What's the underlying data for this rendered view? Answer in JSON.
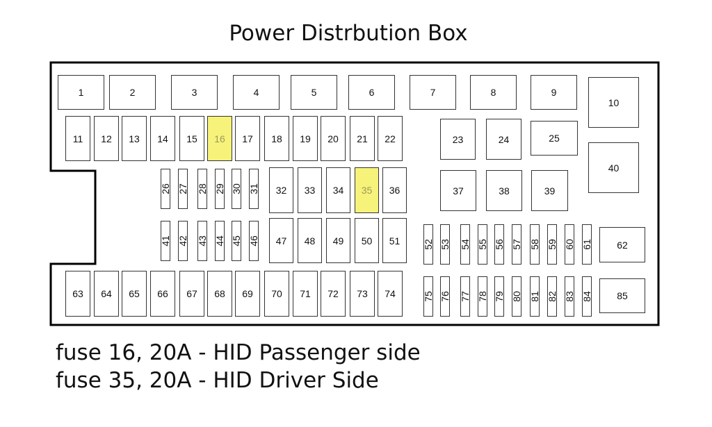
{
  "title": "Power Distrbution Box",
  "highlight_color": "#f7f27a",
  "highlighted": [
    "16",
    "35"
  ],
  "fuses": [
    "1",
    "2",
    "3",
    "4",
    "5",
    "6",
    "7",
    "8",
    "9",
    "10",
    "11",
    "12",
    "13",
    "14",
    "15",
    "16",
    "17",
    "18",
    "19",
    "20",
    "21",
    "22",
    "23",
    "24",
    "25",
    "26",
    "27",
    "28",
    "29",
    "30",
    "31",
    "32",
    "33",
    "34",
    "35",
    "36",
    "37",
    "38",
    "39",
    "40",
    "41",
    "42",
    "43",
    "44",
    "45",
    "46",
    "47",
    "48",
    "49",
    "50",
    "51",
    "52",
    "53",
    "54",
    "55",
    "56",
    "57",
    "58",
    "59",
    "60",
    "61",
    "62",
    "63",
    "64",
    "65",
    "66",
    "67",
    "68",
    "69",
    "70",
    "71",
    "72",
    "73",
    "74",
    "75",
    "76",
    "77",
    "78",
    "79",
    "80",
    "81",
    "82",
    "83",
    "84",
    "85"
  ],
  "notes": [
    "fuse 16, 20A - HID Passenger side",
    "fuse 35, 20A - HID Driver Side"
  ]
}
